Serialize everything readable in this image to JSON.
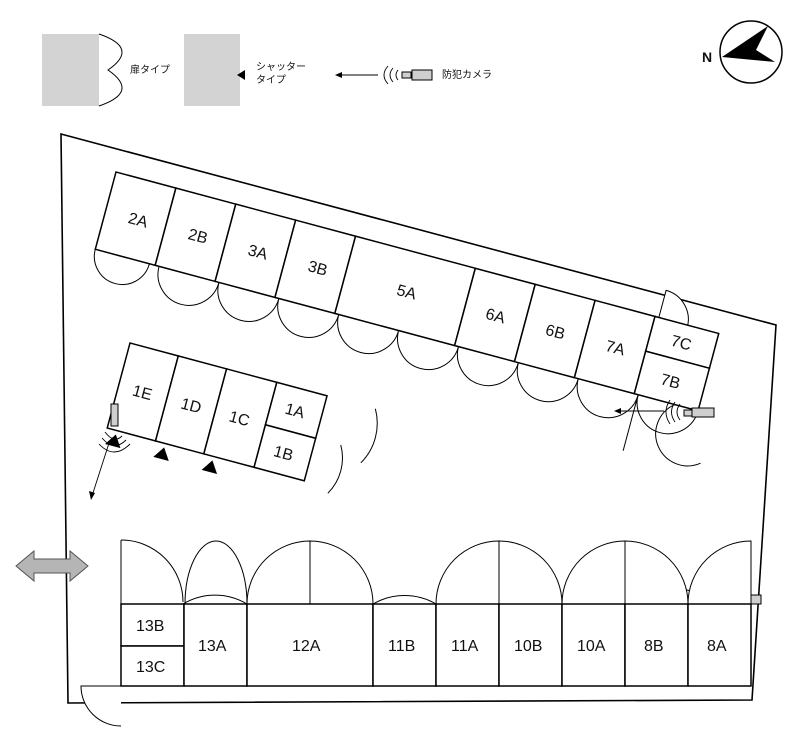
{
  "legend": {
    "door_type": "扉タイプ",
    "shutter_type_line1": "シャッター",
    "shutter_type_line2": "タイプ",
    "camera": "防犯カメラ"
  },
  "compass": {
    "label": "N"
  },
  "units": {
    "row_top": [
      "2A",
      "2B",
      "3A",
      "3B",
      "5A",
      "6A",
      "6B",
      "7A",
      "7C",
      "7B"
    ],
    "row_middle": [
      "1E",
      "1D",
      "1C",
      "1A",
      "1B"
    ],
    "row_bottom": [
      "13B",
      "13C",
      "13A",
      "12A",
      "11B",
      "11A",
      "10B",
      "10A",
      "8B",
      "8A"
    ]
  },
  "colors": {
    "door_panel": "#d3d3d3",
    "entrance_arrow": "#b5b5b5",
    "line": "#000000"
  }
}
